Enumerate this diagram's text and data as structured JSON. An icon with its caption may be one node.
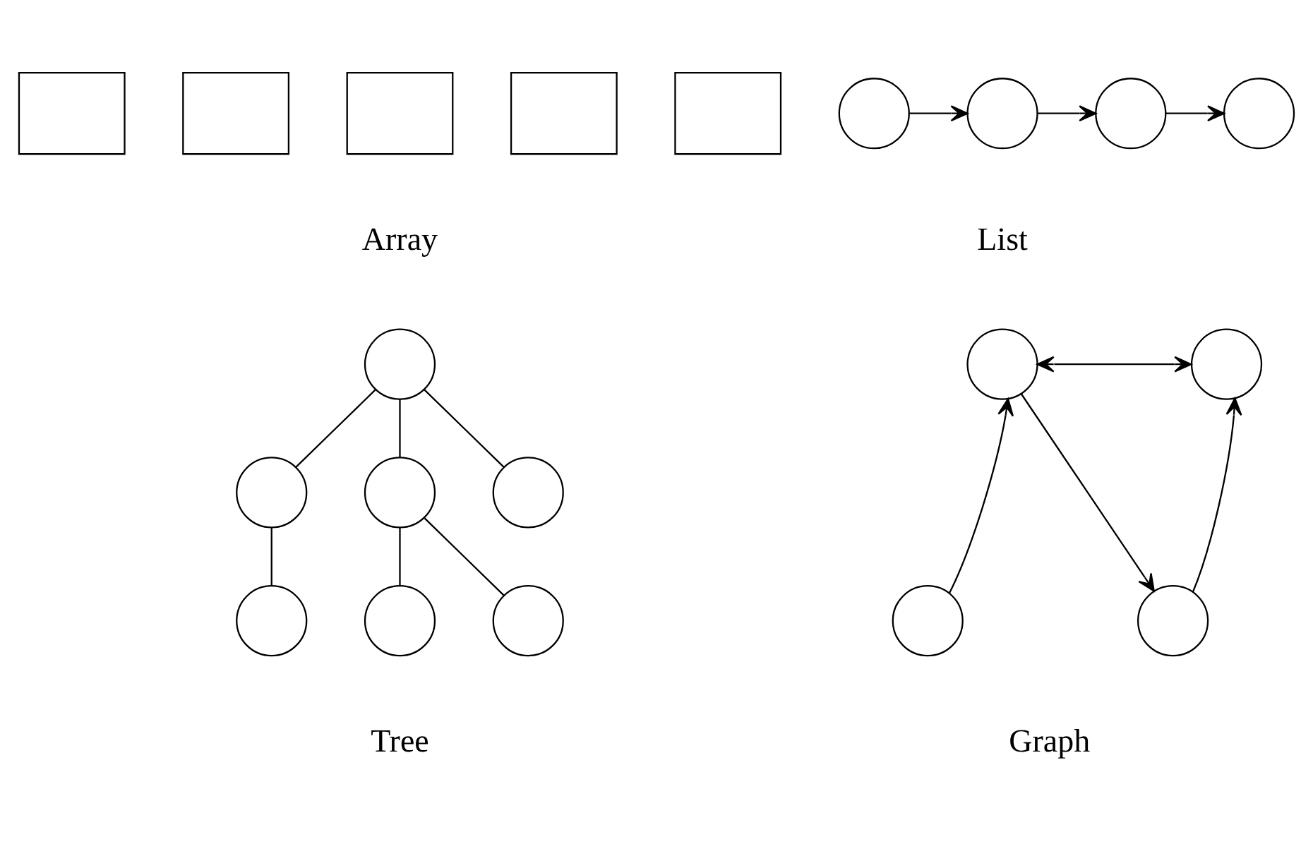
{
  "diagram": {
    "nodes": [
      {
        "text": [],
        "shape": "box"
      },
      {
        "text": [],
        "shape": "box"
      },
      {
        "text": [],
        "shape": "box"
      },
      {
        "text": [],
        "shape": "box"
      },
      {
        "text": [],
        "shape": "box"
      },
      {
        "text": [],
        "shape": "circle"
      },
      {
        "text": [],
        "shape": "circle"
      },
      {
        "text": [],
        "shape": "circle"
      },
      {
        "text": [],
        "shape": "circle"
      },
      {
        "text": [],
        "shape": "circle"
      },
      {
        "text": [],
        "shape": "circle"
      },
      {
        "text": [],
        "shape": "circle"
      },
      {
        "text": [],
        "shape": "circle"
      },
      {
        "text": [],
        "shape": "circle"
      },
      {
        "text": [],
        "shape": "circle"
      },
      {
        "text": [],
        "shape": "circle"
      },
      {
        "text": [],
        "shape": "circle"
      },
      {
        "text": [],
        "shape": "circle"
      },
      {
        "text": [],
        "shape": "circle"
      },
      {
        "text": [],
        "shape": "circle"
      }
    ],
    "edges": [
      {
        "from": 5,
        "to": 6,
        "arrow": "to"
      },
      {
        "from": 6,
        "to": 7,
        "arrow": "to"
      },
      {
        "from": 7,
        "to": 8,
        "arrow": "to"
      },
      {
        "from": 9,
        "to": 10,
        "arrow": "none"
      },
      {
        "from": 9,
        "to": 11,
        "arrow": "none"
      },
      {
        "from": 9,
        "to": 12,
        "arrow": "none"
      },
      {
        "from": 10,
        "to": 13,
        "arrow": "none"
      },
      {
        "from": 11,
        "to": 14,
        "arrow": "none"
      },
      {
        "from": 11,
        "to": 15,
        "arrow": "none"
      },
      {
        "from": 16,
        "to": 17,
        "arrow": "both"
      },
      {
        "from": 18,
        "to": 16,
        "arrow": "to"
      },
      {
        "from": 16,
        "to": 19,
        "arrow": "to"
      },
      {
        "from": 19,
        "to": 17,
        "arrow": "to"
      }
    ],
    "labels": [
      "Array",
      "List",
      "Tree",
      "Graph"
    ]
  }
}
